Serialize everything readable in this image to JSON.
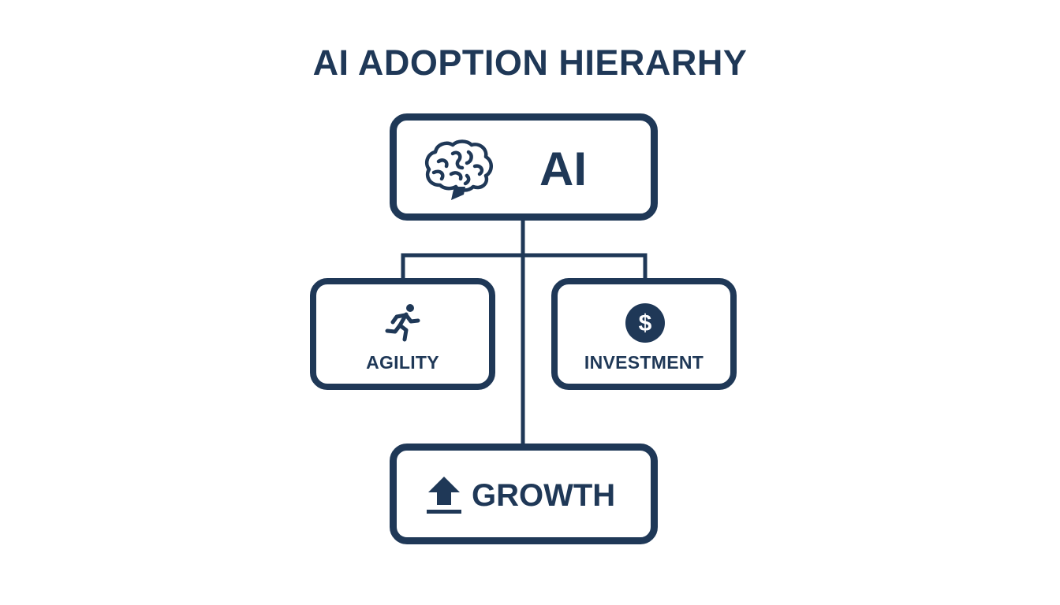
{
  "title": "AI ADOPTION HIERARHY",
  "colors": {
    "primary": "#1f3857",
    "background": "#ffffff"
  },
  "nodes": {
    "top": {
      "label": "AI",
      "icon": "brain-icon"
    },
    "left": {
      "label": "AGILITY",
      "icon": "runner-icon"
    },
    "right": {
      "label": "INVESTMENT",
      "icon": "dollar-icon",
      "icon_glyph": "$"
    },
    "bottom": {
      "label": "GROWTH",
      "icon": "upload-arrow-icon"
    }
  }
}
